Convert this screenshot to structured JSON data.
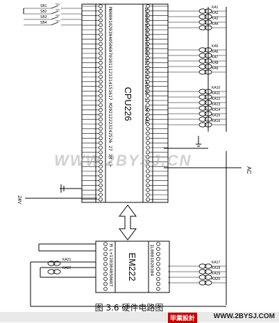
{
  "cpu": {
    "name": "CPU226",
    "left_pins": "M0000102030405060701011121314151617 M20212223242526 27 3M L+",
    "right_pins": "1L0000102030405060710111213141516 17 ⊥M L+AC"
  },
  "em": {
    "name": "EM222",
    "left_pins": "M L+120304050607",
    "right_pins": "1L0001020304"
  },
  "inputs": [
    "SB1",
    "SB2",
    "SB3",
    "SB4"
  ],
  "outputs_top": [
    "KA1",
    "KA2",
    "KA3",
    "KA4",
    "KA5",
    "KA6",
    "KA7",
    "KA8",
    "KA9",
    "KA10",
    "KA11",
    "KA12",
    "KA13",
    "KA14",
    "KA15",
    "KA16"
  ],
  "outputs_bottom": [
    "KA17",
    "KA18",
    "KA19",
    "KA20"
  ],
  "em_left_outputs": [
    "KA21",
    "KA22"
  ],
  "labels": {
    "ac": "AC",
    "dc": "24V"
  },
  "caption": "图 3.6 硬件电路图",
  "watermark": "WWW.2BYSJ.CN",
  "footer": {
    "logo": "毕業設計",
    "url": "WWW.2BYSJ.COM"
  }
}
